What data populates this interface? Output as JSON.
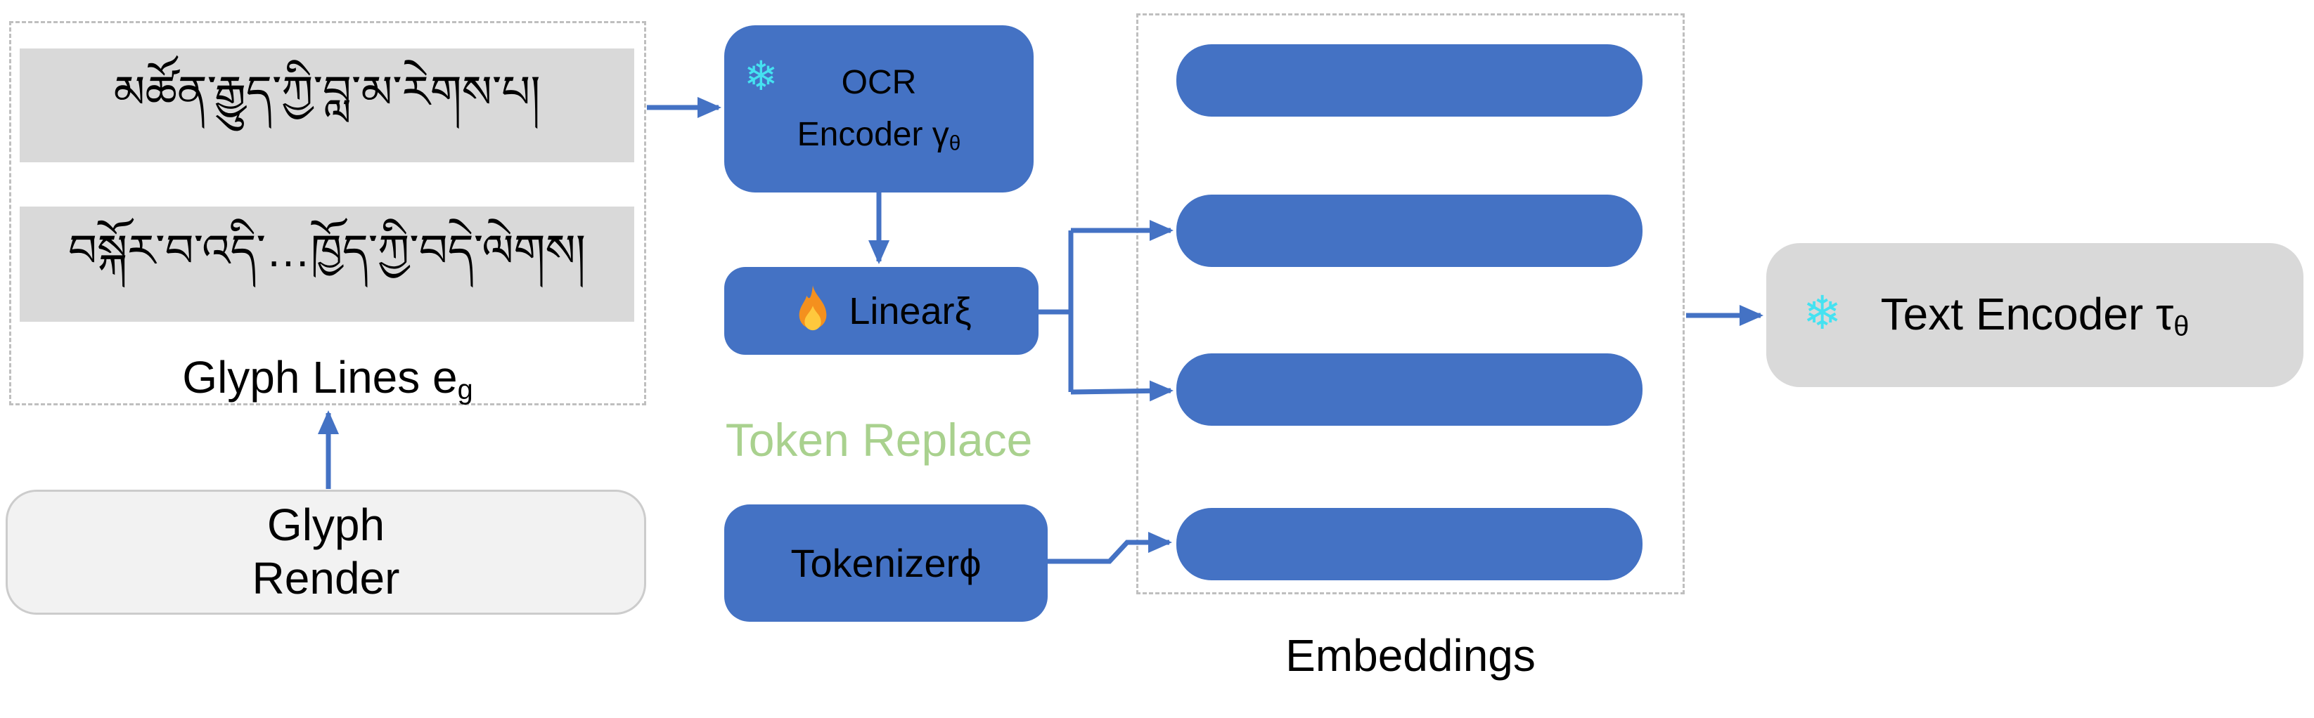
{
  "colors": {
    "accent_blue": "#4472c4",
    "row_gray": "#d9d9d9",
    "render_gray": "#f2f2f2",
    "green": "#a9d18e",
    "snowflake_cyan": "#45e2f1",
    "dashed_border": "#bfbfbf"
  },
  "glyph_panel": {
    "line1": "མཚོན་རྒྱུད་ཀྱི་བླ་མ་རེགས་པ།",
    "line2": "བསྐོར་བ་འདི་…ཁྱོད་ཀྱི་བདེ་ལེགས།",
    "label_text": "Glyph Lines e",
    "label_sub": "g"
  },
  "glyph_render": {
    "line1": "Glyph",
    "line2": "Render"
  },
  "ocr_encoder": {
    "icon": "snowflake",
    "snowflake_glyph": "❄",
    "line1": "OCR",
    "line2_text": "Encoder γ",
    "line2_sub": "θ"
  },
  "linear": {
    "icon": "fire",
    "label": "Linearξ"
  },
  "token_replace": {
    "label": "Token Replace"
  },
  "tokenizer": {
    "label": "Tokenizerϕ"
  },
  "embeddings": {
    "label": "Embeddings",
    "token_count": 4
  },
  "text_encoder": {
    "icon": "snowflake",
    "snowflake_glyph": "❄",
    "label_text": "Text Encoder τ",
    "label_sub": "θ"
  }
}
